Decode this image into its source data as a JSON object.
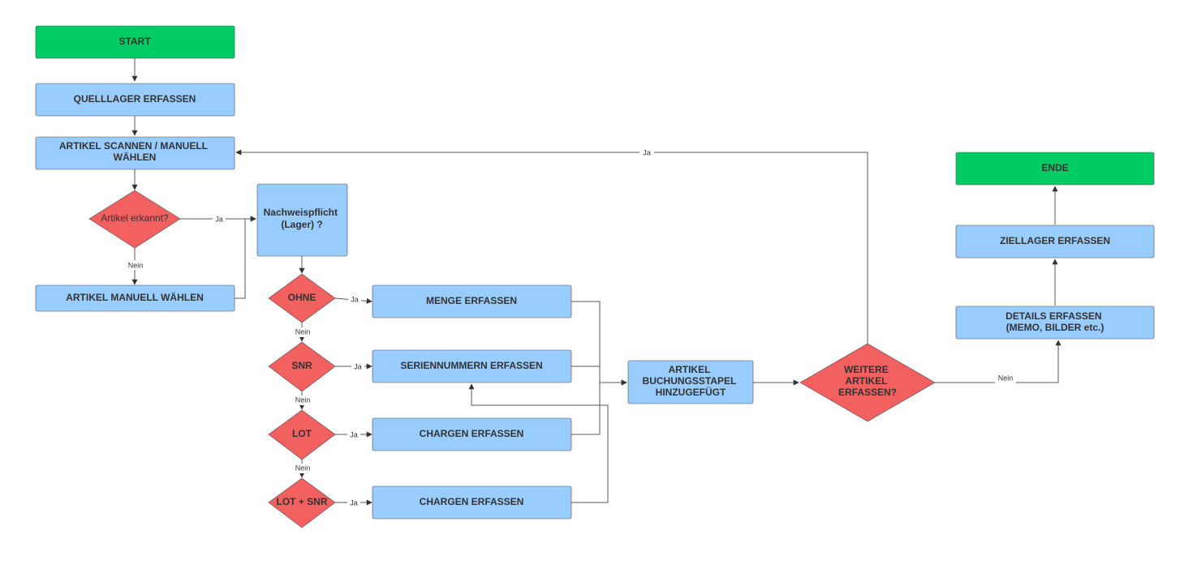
{
  "nodes": {
    "start": "START",
    "quelllager": "QUELLLAGER ERFASSEN",
    "artikel_scannen": [
      "ARTIKEL SCANNEN / MANUELL",
      "WÄHLEN"
    ],
    "artikel_erkannt": "Artikel erkannt?",
    "artikel_manuell": "ARTIKEL MANUELL WÄHLEN",
    "nachweispflicht": [
      "Nachweispflicht",
      "(Lager) ?"
    ],
    "ohne": "OHNE",
    "snr": "SNR",
    "lot": "LOT",
    "lot_snr": "LOT + SNR",
    "menge": "MENGE ERFASSEN",
    "seriennummern": "SERIENNUMMERN ERFASSEN",
    "chargen_1": "CHARGEN ERFASSEN",
    "chargen_2": "CHARGEN ERFASSEN",
    "buchungsstapel": [
      "ARTIKEL",
      "BUCHUNGSSTAPEL",
      "HINZUGEFÜGT"
    ],
    "weitere": [
      "WEITERE",
      "ARTIKEL",
      "ERFASSEN?"
    ],
    "details": [
      "DETAILS ERFASSEN",
      "(MEMO, BILDER etc.)"
    ],
    "ziellager": "ZIELLAGER ERFASSEN",
    "ende": "ENDE"
  },
  "edge_labels": {
    "erkannt_ja": "Ja",
    "erkannt_nein": "Nein",
    "ohne_ja": "Ja",
    "ohne_nein": "Nein",
    "snr_ja": "Ja",
    "snr_nein": "Nein",
    "lot_ja": "Ja",
    "lot_nein": "Nein",
    "lot_snr_ja": "Ja",
    "weitere_ja": "Ja",
    "weitere_nein": "Nein"
  },
  "colors": {
    "terminal": "#00cc66",
    "process": "#99ccff",
    "decision": "#f26060",
    "edge": "#595959"
  }
}
